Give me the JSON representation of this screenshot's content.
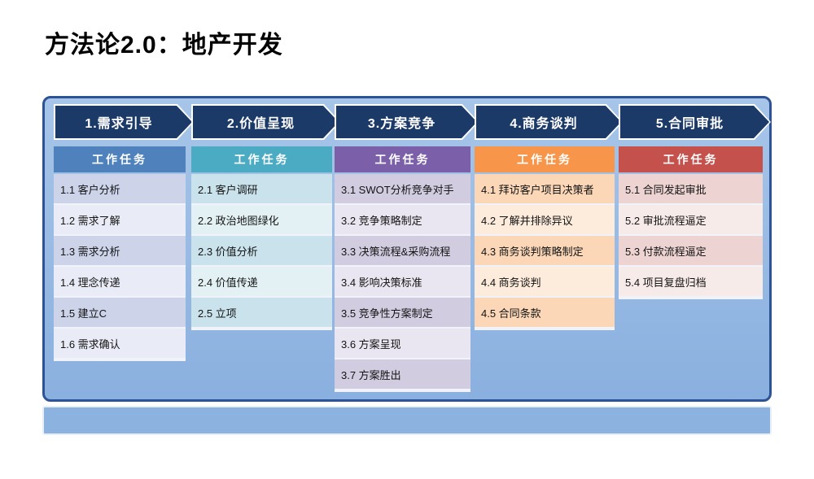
{
  "page": {
    "title": "方法论2.0：地产开发"
  },
  "diagram": {
    "task_header_label": "工作任务",
    "colors": {
      "arrow_fill": "#1C3A68",
      "arrow_outline": "#FFFFFF",
      "panel_border": "#2E5395",
      "panel_bg_top": "#A7C5E8",
      "panel_bg_bottom": "#8AB0DF",
      "strip_bg": "#8CB2E0"
    },
    "phases": [
      {
        "label": "1.需求引导",
        "colors": {
          "header": "#4F81BD",
          "row_dark": "#CDD4EA",
          "row_light": "#E9ECF6"
        },
        "tasks": [
          "1.1 客户分析",
          "1.2 需求了解",
          "1.3 需求分析",
          "1.4 理念传递",
          "1.5 建立C",
          "1.6 需求确认"
        ]
      },
      {
        "label": "2.价值呈现",
        "colors": {
          "header": "#4AABC3",
          "row_dark": "#C9E2EB",
          "row_light": "#E3F1F5"
        },
        "tasks": [
          "2.1 客户调研",
          "2.2 政治地图绿化",
          "2.3 价值分析",
          "2.4 价值传递",
          "2.5 立项"
        ]
      },
      {
        "label": "3.方案竞争",
        "colors": {
          "header": "#7B5FA9",
          "row_dark": "#D2CCE0",
          "row_light": "#EAE6F1"
        },
        "tasks": [
          "3.1 SWOT分析竞争对手",
          "3.2 竞争策略制定",
          "3.3 决策流程&采购流程",
          "3.4 影响决策标准",
          "3.5 竞争性方案制定",
          "3.6 方案呈现",
          "3.7 方案胜出"
        ]
      },
      {
        "label": "4.商务谈判",
        "colors": {
          "header": "#F7964A",
          "row_dark": "#FBD7B8",
          "row_light": "#FDEBDB"
        },
        "tasks": [
          "4.1 拜访客户项目决策者",
          "4.2 了解并排除异议",
          "4.3 商务谈判策略制定",
          "4.4 商务谈判",
          "4.5 合同条款"
        ]
      },
      {
        "label": "5.合同审批",
        "colors": {
          "header": "#C4514C",
          "row_dark": "#EDD4D2",
          "row_light": "#F7EBE9"
        },
        "tasks": [
          "5.1 合同发起审批",
          "5.2 审批流程逼定",
          "5.3 付款流程逼定",
          "5.4 项目复盘归档"
        ]
      }
    ]
  }
}
